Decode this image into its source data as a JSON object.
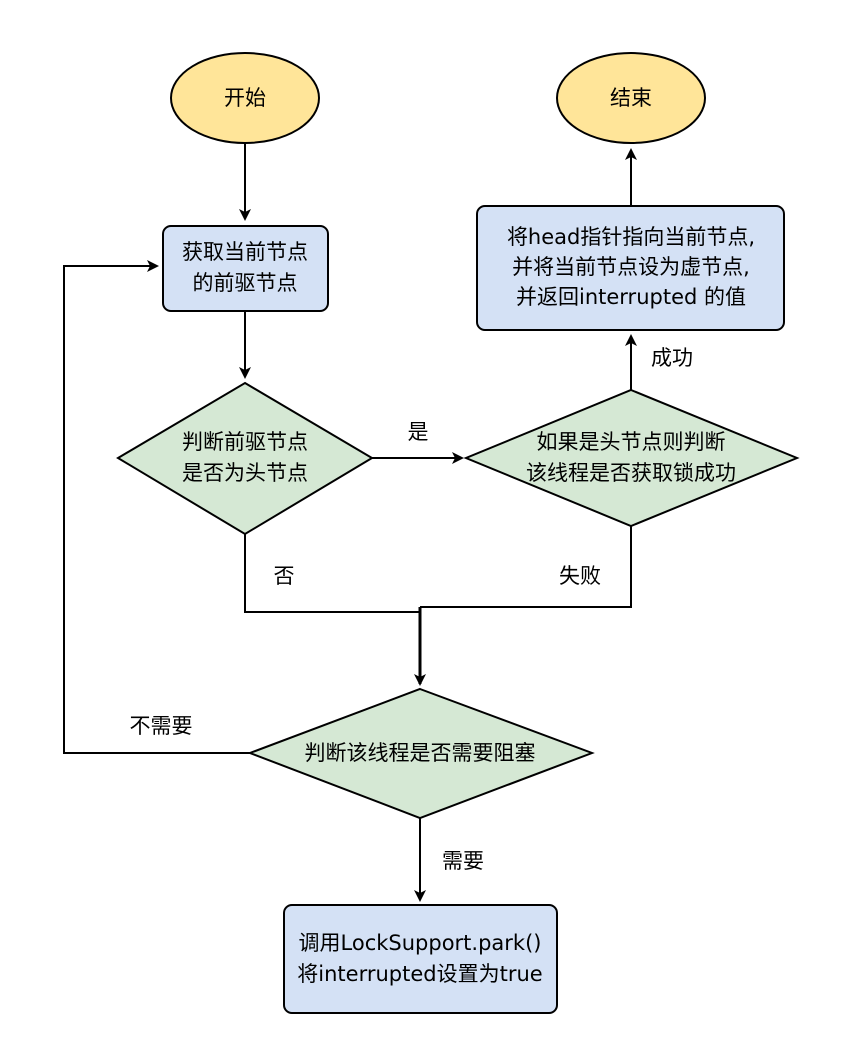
{
  "colors": {
    "terminal_fill": "#ffe599",
    "process_fill": "#d4e1f5",
    "decision_fill": "#d5e8d4",
    "stroke": "#000000"
  },
  "nodes": {
    "start": "开始",
    "end": "结束",
    "get_prev": [
      "获取当前节点",
      "的前驱节点"
    ],
    "is_head": [
      "判断前驱节点",
      "是否为头节点"
    ],
    "try_lock": [
      "如果是头节点则判断",
      "该线程是否获取锁成功"
    ],
    "set_head": [
      "将head指针指向当前节点,",
      "并将当前节点设为虚节点,",
      "并返回interrupted 的值"
    ],
    "should_park": "判断该线程是否需要阻塞",
    "park": [
      "调用LockSupport.park()",
      "将interrupted设置为true"
    ]
  },
  "edges": {
    "yes": "是",
    "no": "否",
    "success": "成功",
    "fail": "失败",
    "no_need": "不需要",
    "need": "需要"
  }
}
